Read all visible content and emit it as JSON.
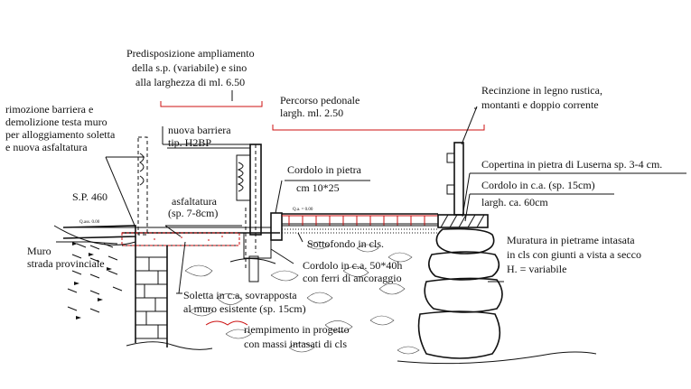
{
  "labels": {
    "predisposizione": [
      "Predisposizione ampliamento",
      "della s.p. (variabile) e sino",
      "alla larghezza di ml. 6.50"
    ],
    "rimozione": [
      "rimozione barriera e",
      "demolizione testa muro",
      "per alloggiamento soletta",
      "e nuova asfaltatura"
    ],
    "nuova_barriera": [
      "nuova barriera",
      "tip. H2BP"
    ],
    "percorso": [
      "Percorso pedonale",
      "largh. ml. 2.50"
    ],
    "recinzione": [
      "Recinzione in legno rustica,",
      "montanti e doppio corrente"
    ],
    "copertina": "Copertina in pietra di Luserna sp. 3-4 cm.",
    "cordolo_ca": [
      "Cordolo in c.a. (sp. 15cm)",
      "largh. ca. 60cm"
    ],
    "cordolo_pietra": [
      "Cordolo in pietra",
      "cm 10*25"
    ],
    "sp460": "S.P. 460",
    "asfaltatura": [
      "asfaltatura",
      "(sp. 7-8cm)"
    ],
    "sottofondo": "Sottofondo in cls.",
    "muro": [
      "Muro",
      "strada provinciale"
    ],
    "cordolo_5040": [
      "Cordolo in c.a. 50*40h",
      "con ferri di ancoraggio"
    ],
    "muratura": [
      "Muratura in pietrame intasata",
      "in cls con giunti a vista a secco",
      "H. = variabile"
    ],
    "soletta": [
      "Soletta in c.a. sovrapposta",
      "al muro esistente (sp. 15cm)"
    ],
    "riempimento": [
      "riempimento in progetto",
      "con massi intasati di cls"
    ],
    "quota_left": "Q.ass. 0.00",
    "quota_right": "Q.a. = 0.00"
  }
}
